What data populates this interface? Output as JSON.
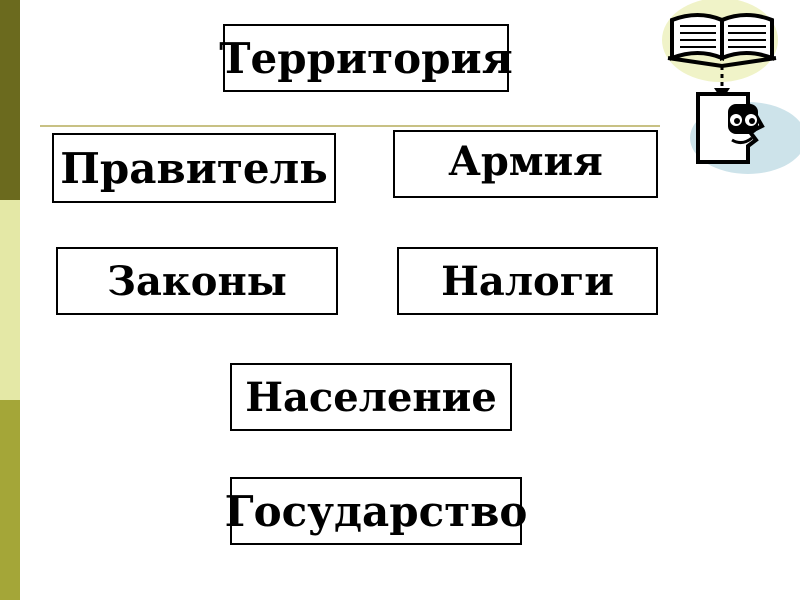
{
  "boxes": {
    "territory": "Территория",
    "ruler": "Правитель",
    "army": "Армия",
    "laws": "Законы",
    "taxes": "Налоги",
    "population": "Население",
    "state": "Государство"
  },
  "colors": {
    "side_band_dark": "#6b6a1e",
    "side_band_light": "#e4e8a6",
    "side_band_mid": "#a4a638",
    "divider": "#c8c184",
    "clipart_blob": "#cde3ea",
    "clipart_book_blob": "#f0f3c8"
  },
  "icons": [
    "book-icon",
    "thinking-face-icon"
  ]
}
